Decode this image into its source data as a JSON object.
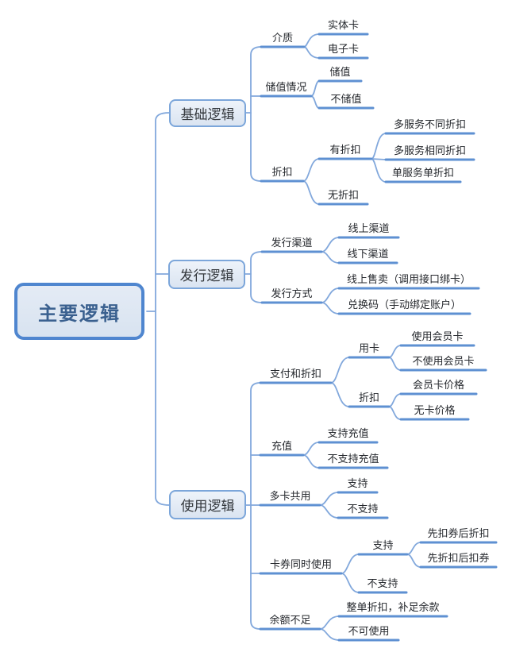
{
  "colors": {
    "node_line": "#5e90d2",
    "connector": "#82a8dc",
    "box_fill": "#dce6f2",
    "box_border": "#7ca6da",
    "root_border": "#4f86cf",
    "root_text": "#3a608f",
    "leaf_text": "#26292e"
  },
  "root": {
    "label": "主要逻辑"
  },
  "branches": [
    {
      "label": "基础逻辑",
      "children": [
        {
          "label": "介质",
          "children": [
            {
              "label": "实体卡"
            },
            {
              "label": "电子卡"
            }
          ]
        },
        {
          "label": "储值情况",
          "children": [
            {
              "label": "储值"
            },
            {
              "label": "不储值"
            }
          ]
        },
        {
          "label": "折扣",
          "children": [
            {
              "label": "有折扣",
              "children": [
                {
                  "label": "多服务不同折扣"
                },
                {
                  "label": "多服务相同折扣"
                },
                {
                  "label": "单服务单折扣"
                }
              ]
            },
            {
              "label": "无折扣"
            }
          ]
        }
      ]
    },
    {
      "label": "发行逻辑",
      "children": [
        {
          "label": "发行渠道",
          "children": [
            {
              "label": "线上渠道"
            },
            {
              "label": "线下渠道"
            }
          ]
        },
        {
          "label": "发行方式",
          "children": [
            {
              "label": "线上售卖（调用接口绑卡）"
            },
            {
              "label": "兑换码（手动绑定账户）"
            }
          ]
        }
      ]
    },
    {
      "label": "使用逻辑",
      "children": [
        {
          "label": "支付和折扣",
          "children": [
            {
              "label": "用卡",
              "children": [
                {
                  "label": "使用会员卡"
                },
                {
                  "label": "不使用会员卡"
                }
              ]
            },
            {
              "label": "折扣",
              "children": [
                {
                  "label": "会员卡价格"
                },
                {
                  "label": "无卡价格"
                }
              ]
            }
          ]
        },
        {
          "label": "充值",
          "children": [
            {
              "label": "支持充值"
            },
            {
              "label": "不支持充值"
            }
          ]
        },
        {
          "label": "多卡共用",
          "children": [
            {
              "label": "支持"
            },
            {
              "label": "不支持"
            }
          ]
        },
        {
          "label": "卡券同时使用",
          "children": [
            {
              "label": "支持",
              "children": [
                {
                  "label": "先扣券后折扣"
                },
                {
                  "label": "先折扣后扣券"
                }
              ]
            },
            {
              "label": "不支持"
            }
          ]
        },
        {
          "label": "余额不足",
          "children": [
            {
              "label": "整单折扣，补足余款"
            },
            {
              "label": "不可使用"
            }
          ]
        }
      ]
    }
  ]
}
